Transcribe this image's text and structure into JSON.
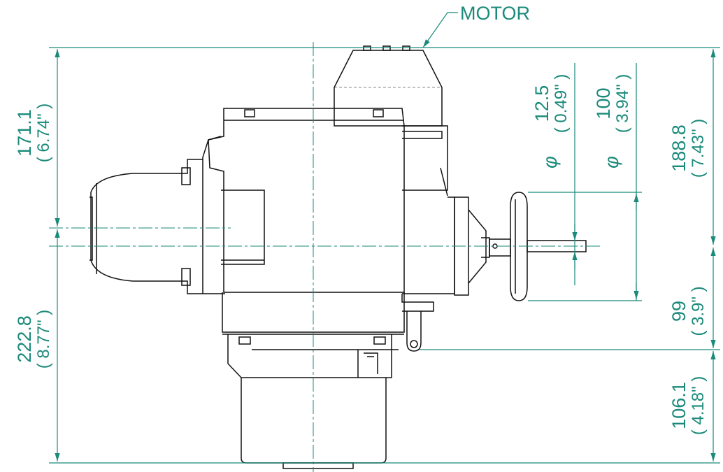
{
  "colors": {
    "dimension": "#1a8a7a",
    "outline": "#111111",
    "centerline": "#1a8a7a"
  },
  "labels": {
    "motor": "MOTOR",
    "left_top_mm": "171.1",
    "left_top_in": "( 6.74\" )",
    "left_bottom_mm": "222.8",
    "left_bottom_in": "( 8.77\" )",
    "shaft_dia_mm": "12.5",
    "shaft_dia_in": "( 0.49\" )",
    "wheel_dia_mm": "100",
    "wheel_dia_in": "( 3.94\" )",
    "phi_1": "φ",
    "phi_2": "φ",
    "right_top_mm": "188.8",
    "right_top_in": "( 7.43\" )",
    "right_mid_mm": "99",
    "right_mid_in": "( 3.9\" )",
    "right_bottom_mm": "106.1",
    "right_bottom_in": "( 4.18\" )"
  }
}
